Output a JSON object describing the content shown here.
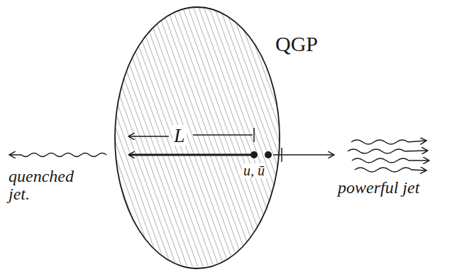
{
  "diagram": {
    "nodes": [
      {
        "text": [
          "QGP"
        ]
      }
    ],
    "labels": [
      "L",
      "u, ū",
      "quenched jet.",
      "powerful jet"
    ]
  }
}
